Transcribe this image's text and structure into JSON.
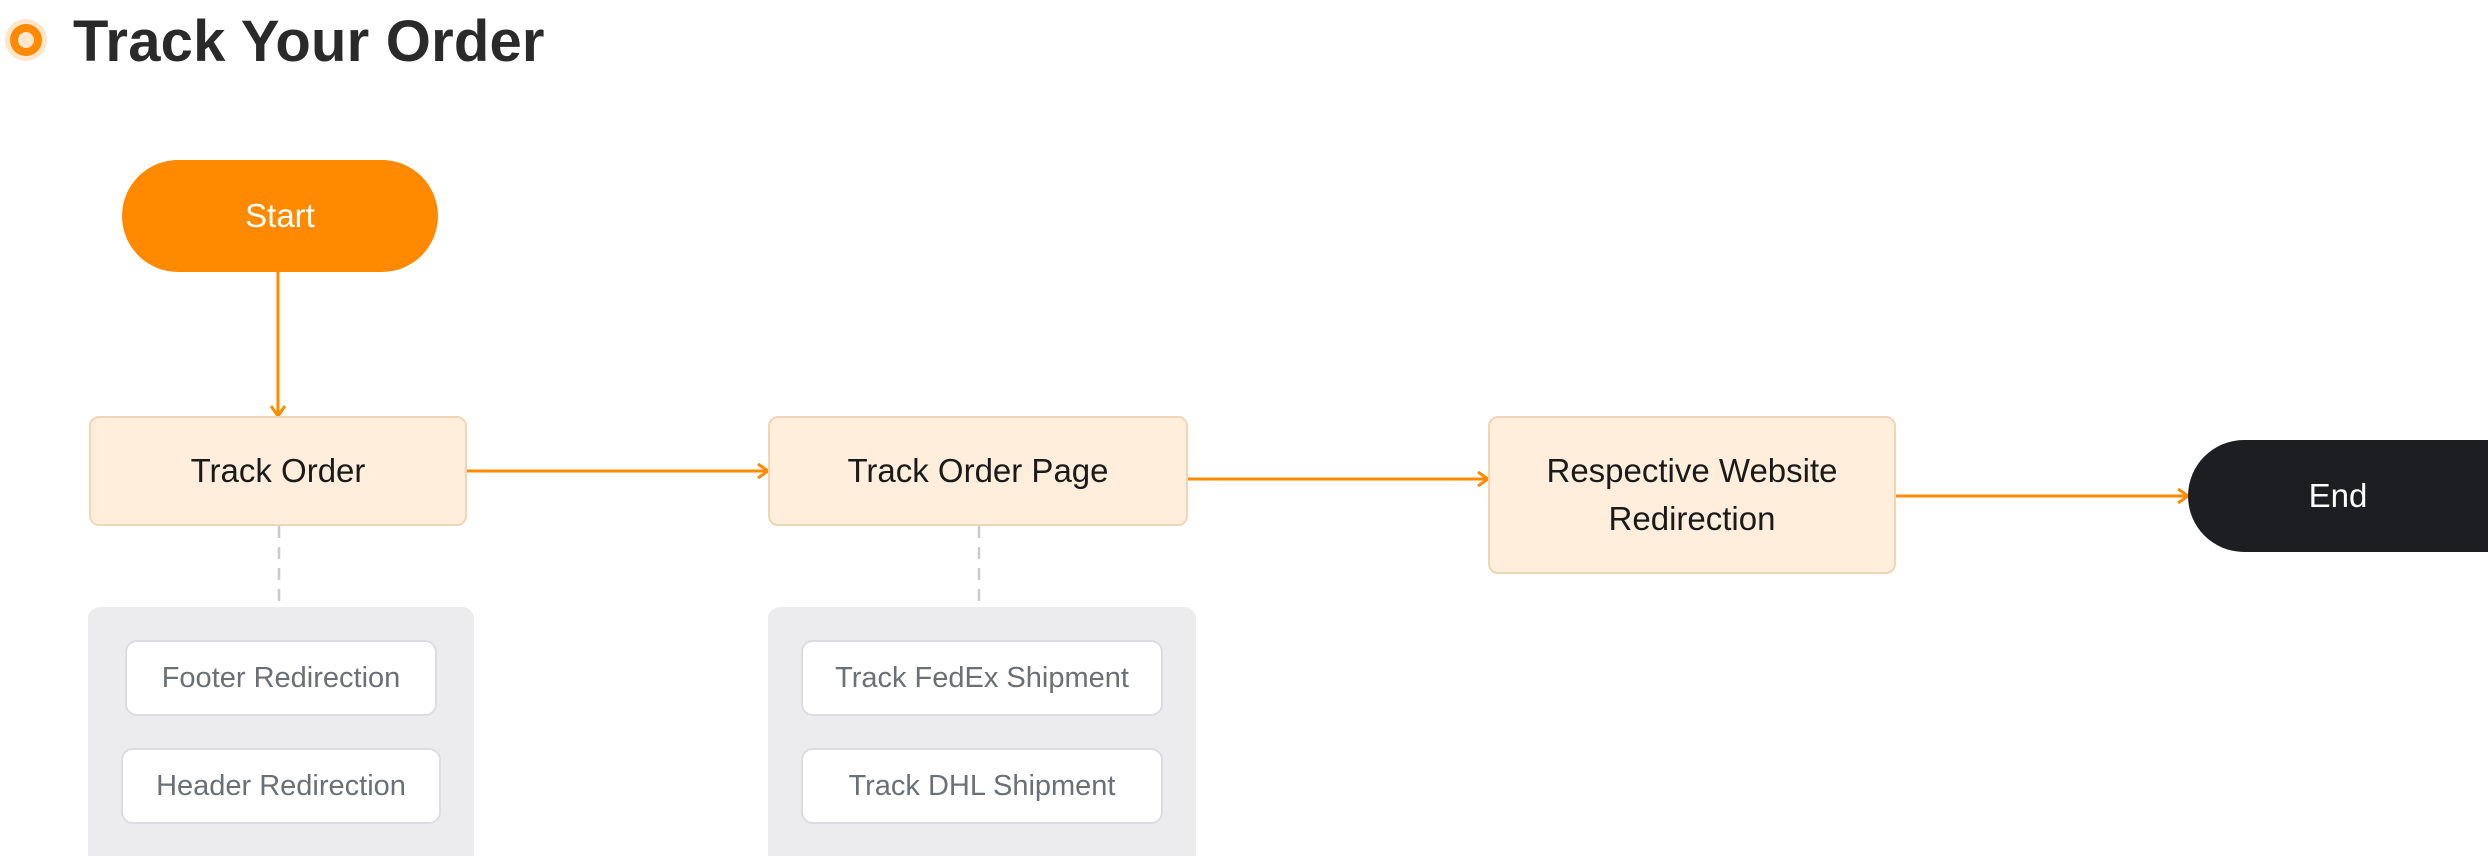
{
  "header": {
    "title": "Track Your Order"
  },
  "colors": {
    "accent": "#ff8a00",
    "step_fill": "#feeedb",
    "step_border": "#f0d6b4",
    "end_fill": "#1c1e21",
    "group_fill": "#ececee",
    "connector_dashed": "#c9cbcf"
  },
  "flow": {
    "start": "Start",
    "end": "End",
    "steps": [
      {
        "label": "Track Order",
        "options": [
          "Footer Redirection",
          "Header Redirection"
        ]
      },
      {
        "label": "Track Order Page",
        "options": [
          "Track FedEx Shipment",
          "Track DHL Shipment"
        ]
      },
      {
        "label_line1": "Respective Website",
        "label_line2": "Redirection"
      }
    ]
  }
}
